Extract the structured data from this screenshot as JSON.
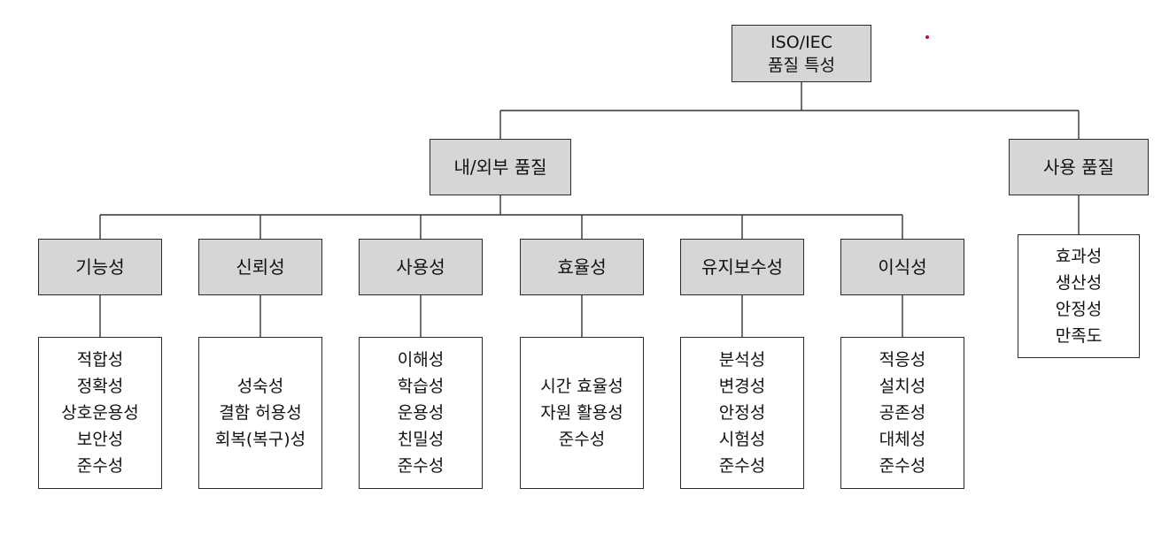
{
  "root": {
    "lines": [
      "ISO/IEC",
      "품질 특성"
    ]
  },
  "internal_external": {
    "label": "내/외부 품질"
  },
  "quality_in_use": {
    "label": "사용 품질",
    "items": [
      "효과성",
      "생산성",
      "안정성",
      "만족도"
    ]
  },
  "characteristics": [
    {
      "label": "기능성",
      "subs": [
        "적합성",
        "정확성",
        "상호운용성",
        "보안성",
        "준수성"
      ]
    },
    {
      "label": "신뢰성",
      "subs": [
        "성숙성",
        "결함 허용성",
        "회복(복구)성"
      ]
    },
    {
      "label": "사용성",
      "subs": [
        "이해성",
        "학습성",
        "운용성",
        "친밀성",
        "준수성"
      ]
    },
    {
      "label": "효율성",
      "subs": [
        "시간 효율성",
        "자원 활용성",
        "준수성"
      ]
    },
    {
      "label": "유지보수성",
      "subs": [
        "분석성",
        "변경성",
        "안정성",
        "시험성",
        "준수성"
      ]
    },
    {
      "label": "이식성",
      "subs": [
        "적응성",
        "설치성",
        "공존성",
        "대체성",
        "준수성"
      ]
    }
  ]
}
